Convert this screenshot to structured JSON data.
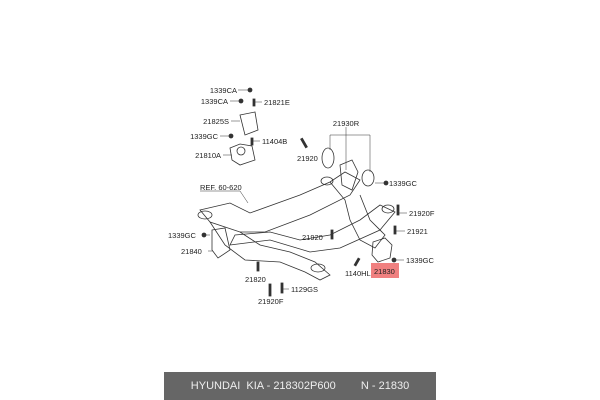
{
  "labels": {
    "l1339ca_a": "1339CA",
    "l1339ca_b": "1339CA",
    "l21821e": "21821E",
    "l21825s": "21825S",
    "l1339gc_a": "1339GC",
    "l11404b": "11404B",
    "l21810a": "21810A",
    "l21930r": "21930R",
    "l21920_a": "21920",
    "ref": "REF. 60-620",
    "l1339gc_b": "1339GC",
    "l21920f_a": "21920F",
    "l21920_b": "21920",
    "l21921": "21921",
    "l1339gc_c": "1339GC",
    "l21840": "21840",
    "l1339gc_d": "1339GC",
    "l1140hl": "1140HL",
    "l21830": "21830",
    "l21820": "21820",
    "l1129gs": "1129GS",
    "l21920f_b": "21920F"
  },
  "highlight_color": "#f08080",
  "footer": {
    "brand": "HYUNDAI  KIA - 218302P600",
    "number": "N - 21830"
  }
}
